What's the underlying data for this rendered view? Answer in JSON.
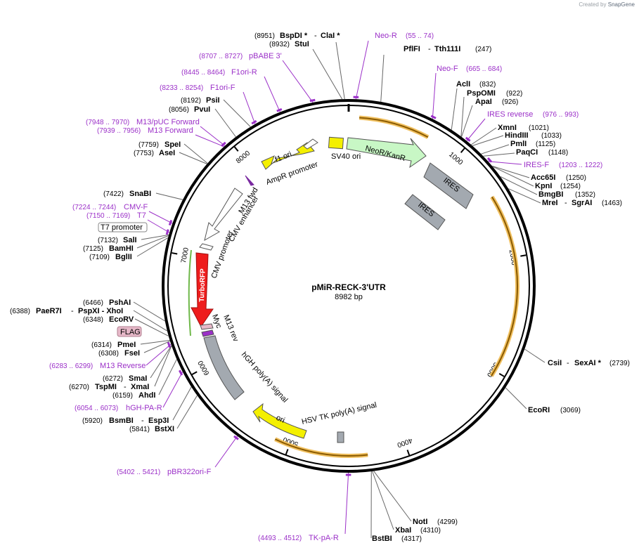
{
  "credit": {
    "prefix": "Created by",
    "brand": "SnapGene"
  },
  "plasmid": {
    "name": "pMiR-RECK-3'UTR",
    "size": "8982 bp",
    "length": 8982
  },
  "ticks": [
    "1000",
    "2000",
    "3000",
    "4000",
    "5000",
    "6000",
    "7000",
    "8000"
  ],
  "colors": {
    "primer": "#9b30c8",
    "orf_arrow": "#c8860d",
    "feature_yellow": "#f4f000",
    "feature_gray": "#a3a9b0",
    "neo": "#c8f7c5",
    "turbo": "#ee1c1c",
    "flag": "#e6b8c8"
  },
  "features": [
    {
      "label": "SV40 ori",
      "color": "#f4f000"
    },
    {
      "label": "NeoR/KanR",
      "color": "#c8f7c5"
    },
    {
      "label": "IRES",
      "color": "#a3a9b0"
    },
    {
      "label": "IRES",
      "color": "#a3a9b0"
    },
    {
      "label": "f1 ori",
      "color": "#f4f000"
    },
    {
      "label": "AmpR promoter",
      "color": "#ffffff"
    },
    {
      "label": "M13 fwd",
      "color": "#9b30c8"
    },
    {
      "label": "CMV enhancer",
      "color": "#ffffff"
    },
    {
      "label": "CMV promoter",
      "color": "#ffffff"
    },
    {
      "label": "TurboRFP",
      "color": "#ee1c1c"
    },
    {
      "label": "Myc",
      "color": "#e6b8c8"
    },
    {
      "label": "M13 rev",
      "color": "#9b30c8"
    },
    {
      "label": "hGH poly(A) signal",
      "color": "#a3a9b0"
    },
    {
      "label": "ori",
      "color": "#f4f000"
    },
    {
      "label": "HSV TK poly(A) signal",
      "color": "#a3a9b0"
    }
  ],
  "boxed_labels": [
    {
      "label": "T7 promoter",
      "color": "#ffffff"
    },
    {
      "label": "FLAG",
      "color": "#e6b8c8"
    }
  ],
  "sites": [
    {
      "pos": "(8951)",
      "name": "BspDI *",
      "sep": "-",
      "name2": "ClaI *",
      "pos2": ""
    },
    {
      "pos": "(8932)",
      "name": "StuI",
      "sep": "",
      "name2": "",
      "pos2": ""
    },
    {
      "pos": "",
      "name": "PflFI",
      "sep": "-",
      "name2": "Tth111I",
      "pos2": "(247)"
    },
    {
      "pos": "",
      "name": "AclI",
      "sep": "",
      "name2": "",
      "pos2": "(832)"
    },
    {
      "pos": "",
      "name": "PspOMI",
      "sep": "",
      "name2": "",
      "pos2": "(922)"
    },
    {
      "pos": "",
      "name": "ApaI",
      "sep": "",
      "name2": "",
      "pos2": "(926)"
    },
    {
      "pos": "",
      "name": "XmnI",
      "sep": "",
      "name2": "",
      "pos2": "(1021)"
    },
    {
      "pos": "",
      "name": "HindIII",
      "sep": "",
      "name2": "",
      "pos2": "(1033)"
    },
    {
      "pos": "",
      "name": "PmlI",
      "sep": "",
      "name2": "",
      "pos2": "(1125)"
    },
    {
      "pos": "",
      "name": "PaqCI",
      "sep": "",
      "name2": "",
      "pos2": "(1148)"
    },
    {
      "pos": "",
      "name": "Acc65I",
      "sep": "",
      "name2": "",
      "pos2": "(1250)"
    },
    {
      "pos": "",
      "name": "KpnI",
      "sep": "",
      "name2": "",
      "pos2": "(1254)"
    },
    {
      "pos": "",
      "name": "BmgBI",
      "sep": "",
      "name2": "",
      "pos2": "(1352)"
    },
    {
      "pos": "",
      "name": "MreI",
      "sep": "-",
      "name2": "SgrAI",
      "pos2": "(1463)"
    },
    {
      "pos": "",
      "name": "CsiI",
      "sep": "-",
      "name2": "SexAI *",
      "pos2": "(2739)"
    },
    {
      "pos": "",
      "name": "EcoRI",
      "sep": "",
      "name2": "",
      "pos2": "(3069)"
    },
    {
      "pos": "",
      "name": "NotI",
      "sep": "",
      "name2": "",
      "pos2": "(4299)"
    },
    {
      "pos": "",
      "name": "XbaI",
      "sep": "",
      "name2": "",
      "pos2": "(4310)"
    },
    {
      "pos": "",
      "name": "BstBI",
      "sep": "",
      "name2": "",
      "pos2": "(4317)"
    },
    {
      "pos": "(8192)",
      "name": "PsiI",
      "sep": "",
      "name2": "",
      "pos2": ""
    },
    {
      "pos": "(8056)",
      "name": "PvuI",
      "sep": "",
      "name2": "",
      "pos2": ""
    },
    {
      "pos": "(7759)",
      "name": "SpeI",
      "sep": "",
      "name2": "",
      "pos2": ""
    },
    {
      "pos": "(7753)",
      "name": "AseI",
      "sep": "",
      "name2": "",
      "pos2": ""
    },
    {
      "pos": "(7422)",
      "name": "SnaBI",
      "sep": "",
      "name2": "",
      "pos2": ""
    },
    {
      "pos": "(7132)",
      "name": "SalI",
      "sep": "",
      "name2": "",
      "pos2": ""
    },
    {
      "pos": "(7125)",
      "name": "BamHI",
      "sep": "",
      "name2": "",
      "pos2": ""
    },
    {
      "pos": "(7109)",
      "name": "BglII",
      "sep": "",
      "name2": "",
      "pos2": ""
    },
    {
      "pos": "(6466)",
      "name": "PshAI",
      "sep": "",
      "name2": "",
      "pos2": ""
    },
    {
      "pos": "(6388)",
      "name": "PaeR7I",
      "sep": "-",
      "name2": "PspXI - XhoI",
      "pos2": ""
    },
    {
      "pos": "(6348)",
      "name": "EcoRV",
      "sep": "",
      "name2": "",
      "pos2": ""
    },
    {
      "pos": "(6314)",
      "name": "PmeI",
      "sep": "",
      "name2": "",
      "pos2": ""
    },
    {
      "pos": "(6308)",
      "name": "FseI",
      "sep": "",
      "name2": "",
      "pos2": ""
    },
    {
      "pos": "(6272)",
      "name": "SmaI",
      "sep": "",
      "name2": "",
      "pos2": ""
    },
    {
      "pos": "(6270)",
      "name": "TspMI",
      "sep": "-",
      "name2": "XmaI",
      "pos2": ""
    },
    {
      "pos": "(6159)",
      "name": "AhdI",
      "sep": "",
      "name2": "",
      "pos2": ""
    },
    {
      "pos": "(5920)",
      "name": "BsmBI",
      "sep": "-",
      "name2": "Esp3I",
      "pos2": ""
    },
    {
      "pos": "(5841)",
      "name": "BstXI",
      "sep": "",
      "name2": "",
      "pos2": ""
    }
  ],
  "primers": [
    {
      "name": "Neo-R",
      "range": "(55 .. 74)"
    },
    {
      "name": "Neo-F",
      "range": "(665 .. 684)"
    },
    {
      "name": "IRES reverse",
      "range": "(976 .. 993)"
    },
    {
      "name": "IRES-F",
      "range": "(1203 .. 1222)"
    },
    {
      "name": "pBABE 3'",
      "range": "(8707 .. 8727)"
    },
    {
      "name": "F1ori-R",
      "range": "(8445 .. 8464)"
    },
    {
      "name": "F1ori-F",
      "range": "(8233 .. 8254)"
    },
    {
      "name": "M13/pUC Forward",
      "range": "(7948 .. 7970)"
    },
    {
      "name": "M13 Forward",
      "range": "(7939 .. 7956)"
    },
    {
      "name": "CMV-F",
      "range": "(7224 .. 7244)"
    },
    {
      "name": "T7",
      "range": "(7150 .. 7169)"
    },
    {
      "name": "M13 Reverse",
      "range": "(6283 .. 6299)"
    },
    {
      "name": "hGH-PA-R",
      "range": "(6054 .. 6073)"
    },
    {
      "name": "pBR322ori-F",
      "range": "(5402 .. 5421)"
    },
    {
      "name": "TK-pA-R",
      "range": "(4493 .. 4512)"
    }
  ]
}
